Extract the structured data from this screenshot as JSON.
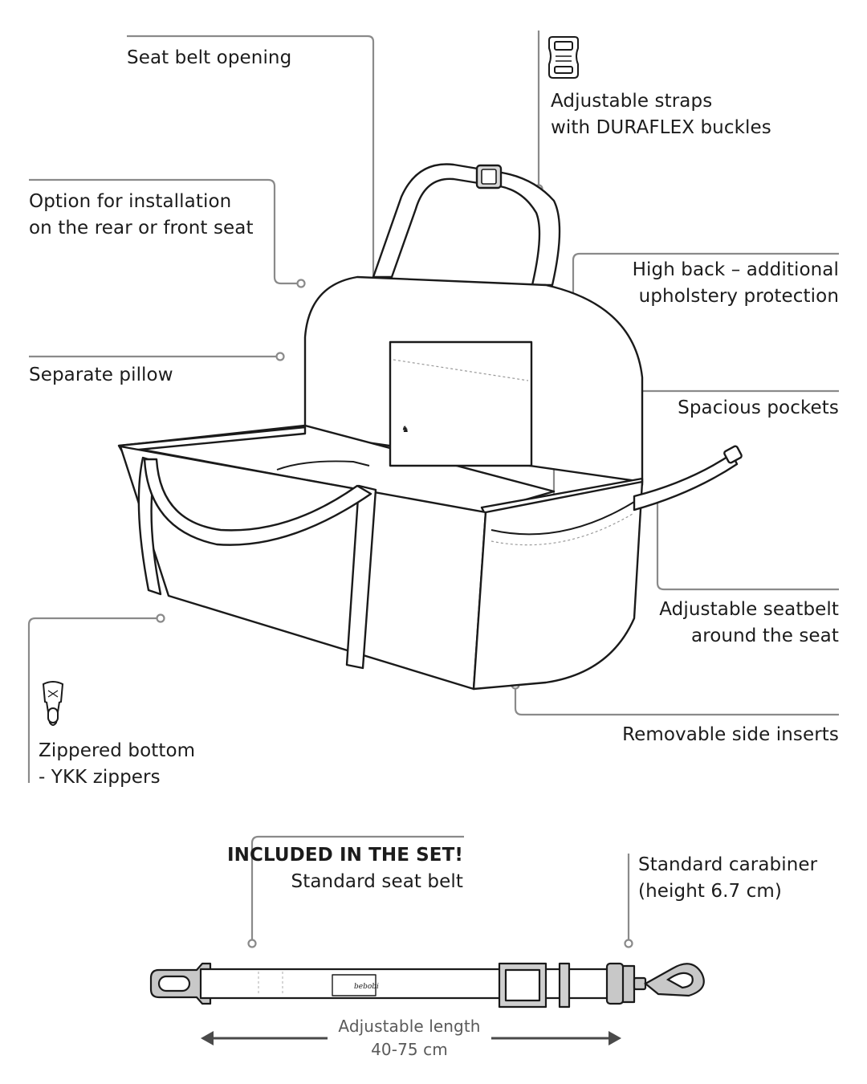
{
  "labels": {
    "seat_belt_opening": "Seat belt opening",
    "adjustable_straps": [
      "Adjustable straps",
      "with DURAFLEX buckles"
    ],
    "installation_option": [
      "Option for installation",
      "on the rear or front seat"
    ],
    "high_back": [
      "High back – additional",
      "upholstery protection"
    ],
    "separate_pillow": "Separate pillow",
    "spacious_pockets": "Spacious pockets",
    "adjustable_seatbelt": [
      "Adjustable seatbelt",
      "around the seat"
    ],
    "removable_side_inserts": "Removable side inserts",
    "zippered_bottom": [
      "Zippered bottom",
      "- YKK zippers"
    ]
  },
  "belt_section": {
    "included": "INCLUDED IN THE SET!",
    "standard_seat_belt": "Standard seat belt",
    "carabiner": [
      "Standard carabiner",
      "(height 6.7 cm)"
    ],
    "length": [
      "Adjustable length",
      "40-75 cm"
    ],
    "logo_text": "bebobi"
  },
  "icons": [
    "buckle-icon",
    "zipper-icon",
    "carabiner-icon",
    "arrow-left-icon",
    "arrow-right-icon"
  ],
  "colors": {
    "line": "#8a8a8a",
    "outline": "#1a1a1a",
    "text": "#1c1c1c"
  }
}
